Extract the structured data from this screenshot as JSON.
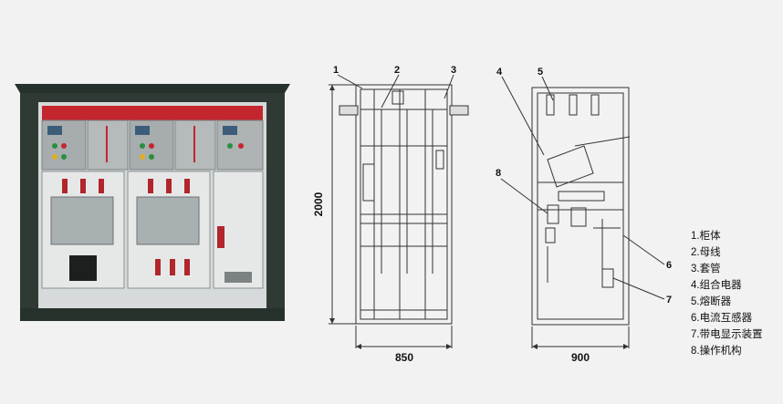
{
  "dimensions": {
    "height": "2000",
    "front_width": "850",
    "side_width": "900"
  },
  "callouts": [
    "1",
    "2",
    "3",
    "4",
    "5",
    "6",
    "7",
    "8"
  ],
  "legend": [
    {
      "label": "1.柜体"
    },
    {
      "label": "2.母线"
    },
    {
      "label": "3.套管"
    },
    {
      "label": "4.组合电器"
    },
    {
      "label": "5.熔断器"
    },
    {
      "label": "6.电流互感器"
    },
    {
      "label": "7.带电显示装置"
    },
    {
      "label": "8.操作机构"
    }
  ],
  "colors": {
    "cabinet_shell": "#2f3a34",
    "panel_red": "#c4262e",
    "panel_grey": "#9aa1a3",
    "line": "#333333"
  }
}
